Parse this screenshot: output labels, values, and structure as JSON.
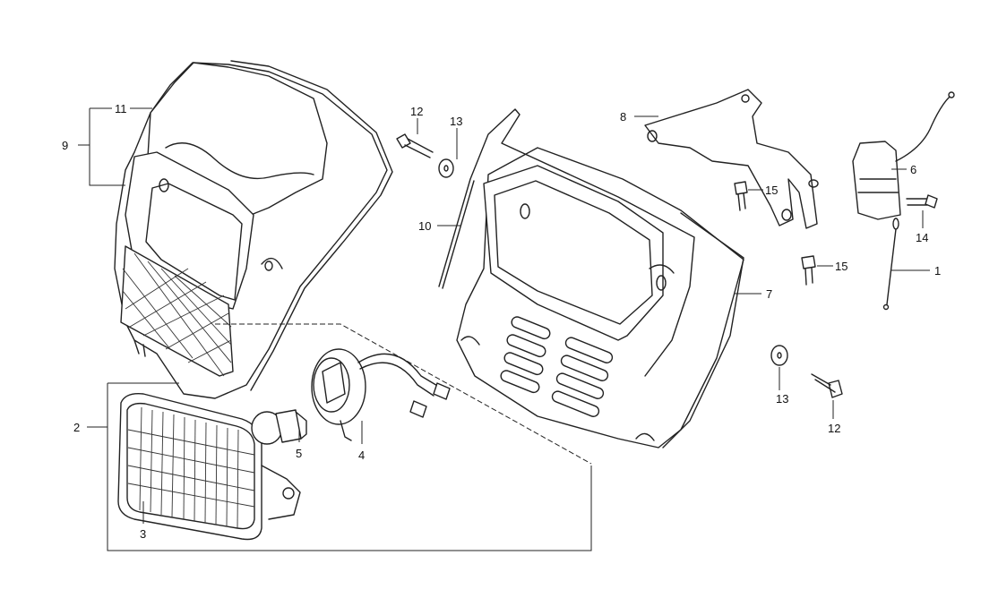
{
  "diagram": {
    "type": "exploded parts diagram",
    "callouts": {
      "headlight_visor": "11",
      "headlight_cowl_assy": "9",
      "bolt_upper": "12",
      "washer_upper": "13",
      "cowl_stay_wire": "10",
      "headlight_bracket": "8",
      "bolt_15_upper": "15",
      "relay": "6",
      "bolt_14": "14",
      "bolt_15_lower": "15",
      "ground_wire": "1",
      "front_cover": "7",
      "washer_lower": "13",
      "bolt_lower": "12",
      "headlight_assy": "2",
      "bulb": "5",
      "socket": "4",
      "headlight_unit": "3"
    }
  }
}
